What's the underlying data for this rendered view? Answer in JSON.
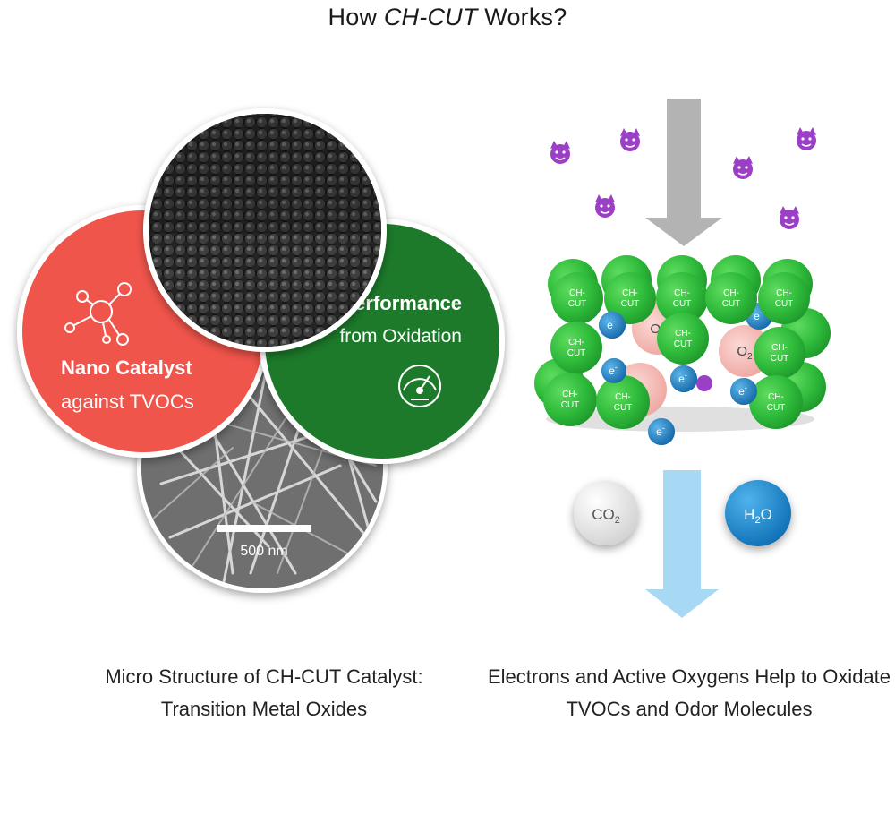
{
  "header": {
    "title_pre": "How ",
    "title_brand": "CH-CUT",
    "title_post": " Works?"
  },
  "left_panel": {
    "nano_title": "Nano Catalyst",
    "nano_subtitle": "against TVOCs",
    "ultra_title": "Ultra Performance",
    "ultra_subtitle": "from Oxidation",
    "scale_bar_label": "500 nm",
    "caption_line1": "Micro Structure of CH-CUT Catalyst:",
    "caption_line2": "Transition Metal Oxides"
  },
  "right_panel": {
    "catalyst_label_line1": "CH-",
    "catalyst_label_line2": "CUT",
    "oxygen_label": "O",
    "oxygen_sub": "2",
    "electron_label": "e",
    "electron_sup": "-",
    "co2_label": "CO",
    "co2_sub": "2",
    "h2o_label_pre": "H",
    "h2o_sub": "2",
    "h2o_label_post": "O",
    "caption_line1": "Electrons and Active Oxygens Help to Oxidate",
    "caption_line2": "TVOCs and Odor Molecules"
  },
  "colors": {
    "coral": "#f0544b",
    "dark_green": "#1f7a2a",
    "catalyst_green": "#2fbb3b",
    "electron_blue": "#1f7fc4",
    "oxygen_pink": "#f2b7b3",
    "gray_arrow": "#b3b3b3",
    "blue_arrow": "#a7d9f4",
    "devil_purple": "#9b3fc7"
  }
}
